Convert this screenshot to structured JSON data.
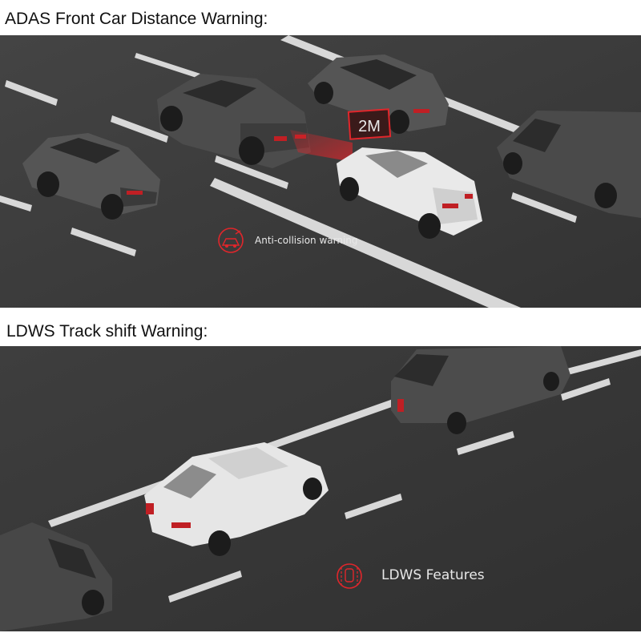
{
  "adas": {
    "heading": "ADAS Front Car Distance Warning:",
    "distance_label": "2M",
    "feature_label": "Anti-collision warning",
    "feature_icon": "car-collision-icon"
  },
  "ldws": {
    "heading": "LDWS Track shift Warning:",
    "feature_label": "LDWS Features",
    "feature_icon": "lane-departure-icon"
  },
  "colors": {
    "road": "#3a3a3a",
    "lane_marking": "#d8d8d8",
    "accent_red": "#e0262b",
    "text": "#111111"
  }
}
